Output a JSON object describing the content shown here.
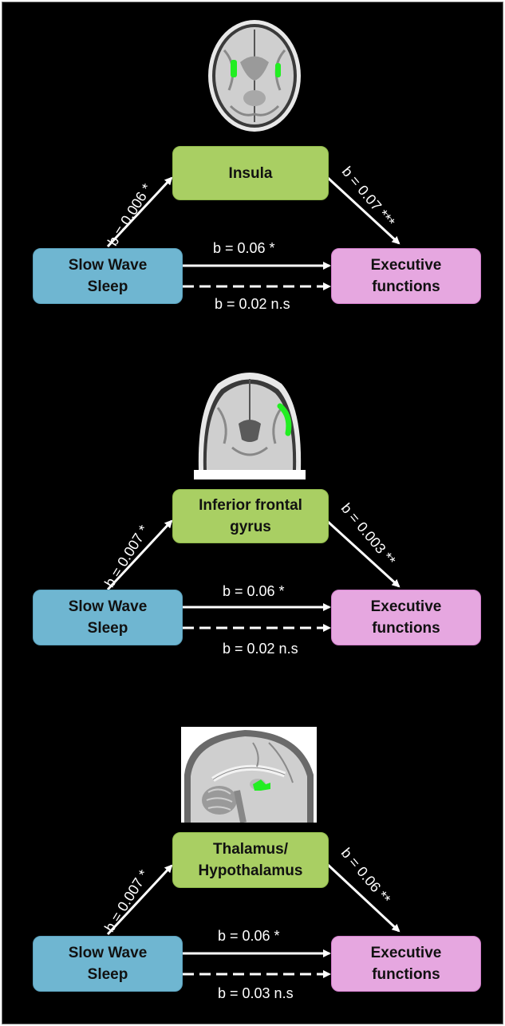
{
  "panels": [
    {
      "brain_view": "axial",
      "mediator": "Insula",
      "predictor": "Slow Wave\nSleep",
      "outcome": "Executive\nfunctions",
      "path_a": "b = 0.006 *",
      "path_b": "b = 0.07 ***",
      "path_c_total": "b = 0.06 *",
      "path_c_direct": "b = 0.02 n.s"
    },
    {
      "brain_view": "coronal",
      "mediator": "Inferior frontal\ngyrus",
      "predictor": "Slow Wave\nSleep",
      "outcome": "Executive\nfunctions",
      "path_a": "b = 0.007 *",
      "path_b": "b = 0.003 **",
      "path_c_total": "b = 0.06 *",
      "path_c_direct": "b = 0.02 n.s"
    },
    {
      "brain_view": "sagittal",
      "mediator": "Thalamus/\nHypothalamus",
      "predictor": "Slow Wave\nSleep",
      "outcome": "Executive\nfunctions",
      "path_a": "b = 0.007 *",
      "path_b": "b = 0.06 **",
      "path_c_total": "b = 0.06 *",
      "path_c_direct": "b = 0.03 n.s"
    }
  ],
  "colors": {
    "background": "#000000",
    "predictor_box": "#6fb6d1",
    "mediator_box": "#a9cf63",
    "outcome_box": "#e6a7e0",
    "arrows": "#ffffff",
    "highlight_region": "#22ee22"
  }
}
